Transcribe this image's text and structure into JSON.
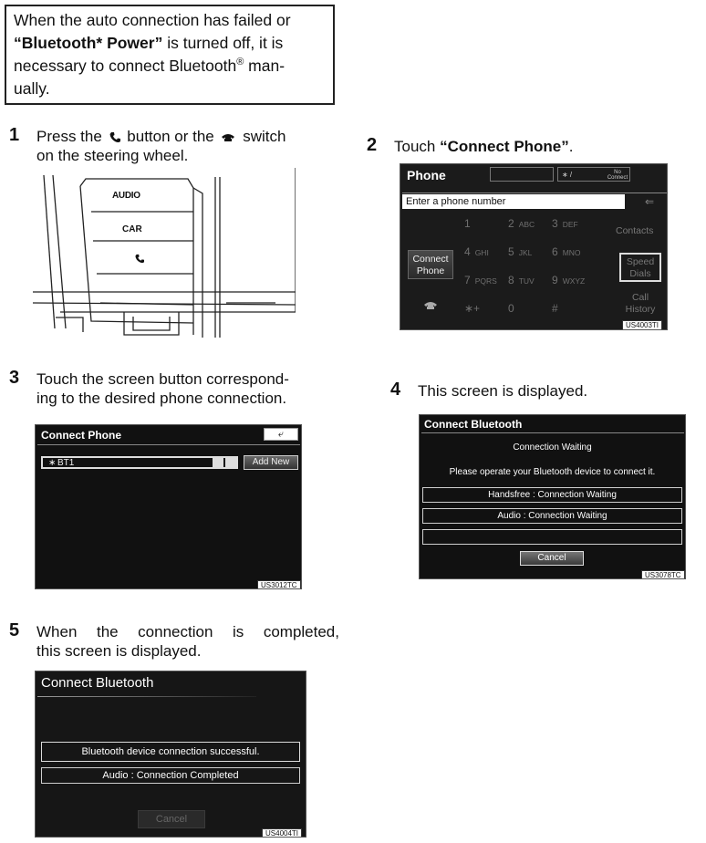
{
  "intro": {
    "line1": "When the auto connection has failed or",
    "bold_phrase": "“Bluetooth* Power”",
    "line2_rest": " is turned off, it is",
    "line3": "necessary to connect Bluetooth",
    "reg": "®",
    "line3_rest": " man-",
    "line4": "ually."
  },
  "steps": {
    "s1": {
      "num": "1",
      "t1": "Press the",
      "t2": "button or the",
      "t3": "switch",
      "t4": "on the steering wheel."
    },
    "s2": {
      "num": "2",
      "t1": "Touch ",
      "bold": "“Connect Phone”",
      "t2": "."
    },
    "s3": {
      "num": "3",
      "t1": "Touch the screen button correspond-",
      "t2": "ing to the desired phone connection."
    },
    "s4": {
      "num": "4",
      "t1": "This screen is displayed."
    },
    "s5": {
      "num": "5",
      "t1": "When the connection is completed,",
      "t2": "this screen is displayed."
    }
  },
  "dashboard": {
    "audio": "AUDIO",
    "car": "CAR"
  },
  "phone_screen": {
    "title": "Phone",
    "no_connect": "No Connect",
    "placeholder": "Enter a phone number",
    "keys": [
      {
        "d": "1",
        "l": ""
      },
      {
        "d": "2",
        "l": "ABC"
      },
      {
        "d": "3",
        "l": "DEF"
      },
      {
        "d": "4",
        "l": "GHI"
      },
      {
        "d": "5",
        "l": "JKL"
      },
      {
        "d": "6",
        "l": "MNO"
      },
      {
        "d": "7",
        "l": "PQRS"
      },
      {
        "d": "8",
        "l": "TUV"
      },
      {
        "d": "9",
        "l": "WXYZ"
      },
      {
        "d": "∗+",
        "l": ""
      },
      {
        "d": "0",
        "l": ""
      },
      {
        "d": "#",
        "l": ""
      }
    ],
    "connect_phone": "Connect Phone",
    "contacts": "Contacts",
    "speed_dials": "Speed Dials",
    "call_history": "Call History",
    "code": "US4003TI"
  },
  "connect_phone_screen": {
    "title": "Connect Phone",
    "device": "BT1",
    "add_new": "Add New",
    "code": "US3012TC"
  },
  "waiting_screen": {
    "title": "Connect Bluetooth",
    "status": "Connection Waiting",
    "instruction": "Please operate your Bluetooth device to connect it.",
    "handsfree": "Handsfree : Connection Waiting",
    "audio": "Audio : Connection Waiting",
    "cancel": "Cancel",
    "code": "US3078TC"
  },
  "success_screen": {
    "title": "Connect Bluetooth",
    "message": "Bluetooth device connection successful.",
    "audio": "Audio : Connection Completed",
    "cancel": "Cancel",
    "code": "US4004TI"
  },
  "colors": {
    "screen_bg": "#1b1b1b",
    "text_light": "#ffffff",
    "key_gray": "#6f6f6f"
  }
}
